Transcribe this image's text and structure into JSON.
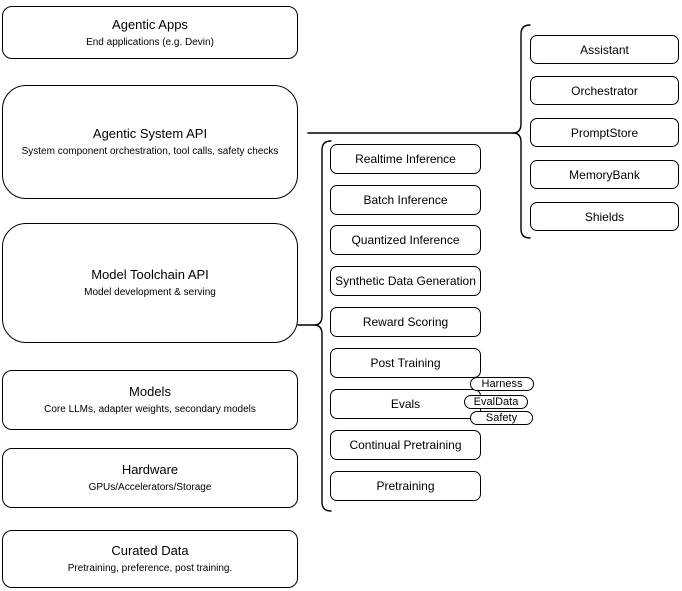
{
  "diagram": {
    "background_color": "#ffffff",
    "stroke_color": "#000000",
    "text_color": "#000000",
    "fill_color": "#ffffff",
    "left_stack": {
      "items": [
        {
          "title": "Agentic Apps",
          "subtitle": "End applications (e.g. Devin)"
        },
        {
          "title": "Agentic System API",
          "subtitle": "System component orchestration, tool calls, safety checks"
        },
        {
          "title": "Model Toolchain API",
          "subtitle": "Model development & serving"
        },
        {
          "title": "Models",
          "subtitle": "Core LLMs, adapter weights, secondary models"
        },
        {
          "title": "Hardware",
          "subtitle": "GPUs/Accelerators/Storage"
        },
        {
          "title": "Curated Data",
          "subtitle": "Pretraining, preference, post training."
        }
      ]
    },
    "toolchain_services": {
      "items": [
        "Realtime Inference",
        "Batch Inference",
        "Quantized Inference",
        "Synthetic Data Generation",
        "Reward Scoring",
        "Post Training",
        "Evals",
        "Continual Pretraining",
        "Pretraining"
      ]
    },
    "evals_badges": {
      "items": [
        "Harness",
        "EvalData",
        "Safety"
      ]
    },
    "system_components": {
      "items": [
        "Assistant",
        "Orchestrator",
        "PromptStore",
        "MemoryBank",
        "Shields"
      ]
    }
  }
}
